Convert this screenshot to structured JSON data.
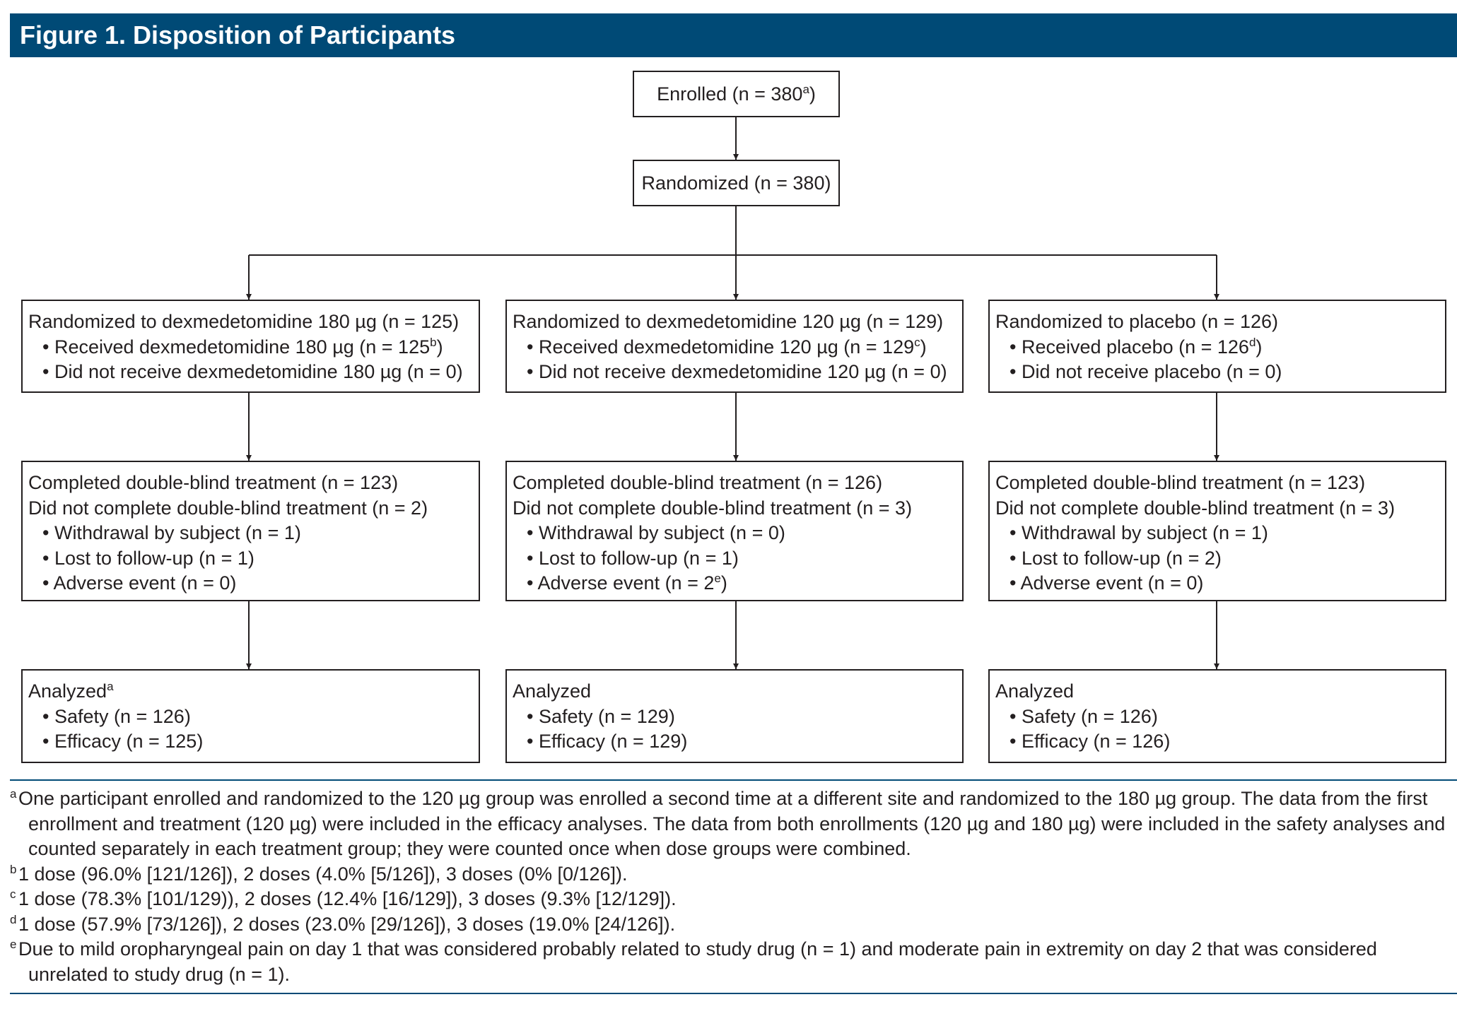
{
  "title": "Figure 1. Disposition of Participants",
  "enrolled": {
    "text": "Enrolled (n = 380",
    "sup": "a",
    "tail": ")"
  },
  "randomized": "Randomized (n = 380)",
  "arms": [
    {
      "randomized": {
        "header": "Randomized to dexmedetomidine 180 µg (n = 125)",
        "received": {
          "text": "• Received dexmedetomidine 180 µg (n = 125",
          "sup": "b",
          "tail": ")"
        },
        "not_received": "• Did not receive dexmedetomidine 180 µg (n = 0)"
      },
      "completion": {
        "completed": "Completed double-blind treatment (n = 123)",
        "not_completed": "Did not complete double-blind treatment (n = 2)",
        "withdrawal": "• Withdrawal by subject (n =  1)",
        "lost": "• Lost to follow-up (n = 1)",
        "adverse": {
          "text": "• Adverse event (n = 0)",
          "sup": "",
          "tail": ""
        }
      },
      "analyzed": {
        "label": "Analyzed",
        "sup": "a",
        "safety": "• Safety (n = 126)",
        "efficacy": "• Efficacy (n = 125)"
      }
    },
    {
      "randomized": {
        "header": "Randomized to dexmedetomidine 120 µg (n = 129)",
        "received": {
          "text": "• Received dexmedetomidine 120 µg (n = 129",
          "sup": "c",
          "tail": ")"
        },
        "not_received": "• Did not receive dexmedetomidine 120 µg (n = 0)"
      },
      "completion": {
        "completed": "Completed double-blind treatment (n = 126)",
        "not_completed": "Did not complete double-blind treatment (n = 3)",
        "withdrawal": "• Withdrawal by subject (n = 0)",
        "lost": "• Lost to follow-up (n = 1)",
        "adverse": {
          "text": "• Adverse event (n = 2",
          "sup": "e",
          "tail": ")"
        }
      },
      "analyzed": {
        "label": "Analyzed",
        "sup": "",
        "safety": "• Safety (n = 129)",
        "efficacy": "• Efficacy (n = 129)"
      }
    },
    {
      "randomized": {
        "header": "Randomized to placebo (n = 126)",
        "received": {
          "text": "• Received placebo (n = 126",
          "sup": "d",
          "tail": ")"
        },
        "not_received": "• Did not receive placebo (n = 0)"
      },
      "completion": {
        "completed": "Completed double-blind treatment (n = 123)",
        "not_completed": "Did not complete double-blind treatment (n = 3)",
        "withdrawal": "• Withdrawal by subject (n = 1)",
        "lost": "• Lost to follow-up (n = 2)",
        "adverse": {
          "text": "• Adverse event (n = 0)",
          "sup": "",
          "tail": ""
        }
      },
      "analyzed": {
        "label": "Analyzed",
        "sup": "",
        "safety": "• Safety (n = 126)",
        "efficacy": "• Efficacy (n = 126)"
      }
    }
  ],
  "footnotes": [
    {
      "mark": "a",
      "text": "One participant enrolled and randomized to the 120 µg group was enrolled a second time at a different site and randomized to the 180 µg group. The data from the first enrollment and treatment (120 µg) were included in the efficacy analyses. The data from both enrollments (120 µg and 180 µg) were included in the safety analyses and counted separately in each treatment group; they were counted once when dose groups were combined."
    },
    {
      "mark": "b",
      "text": "1 dose (96.0% [121/126]), 2 doses (4.0% [5/126]), 3 doses (0% [0/126])."
    },
    {
      "mark": "c",
      "text": "1 dose (78.3% [101/129)), 2 doses (12.4% [16/129]), 3 doses (9.3% [12/129])."
    },
    {
      "mark": "d",
      "text": "1 dose (57.9% [73/126]), 2 doses (23.0% [29/126]), 3 doses (19.0% [24/126])."
    },
    {
      "mark": "e",
      "text": "Due to mild oropharyngeal pain on day 1 that was considered probably related to study drug (n = 1) and moderate pain in extremity on day 2 that was considered unrelated to study drug (n = 1)."
    }
  ],
  "colors": {
    "title_bar": "#004a76",
    "title_text": "#ffffff",
    "lines": "#231f20"
  }
}
